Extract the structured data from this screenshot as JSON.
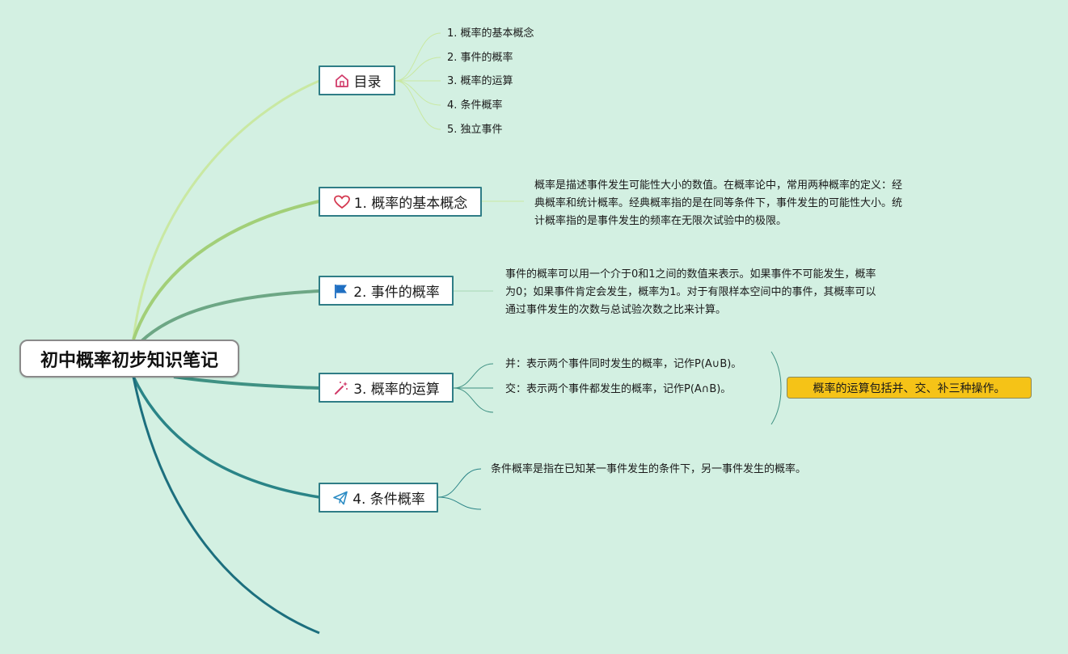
{
  "root": {
    "title": "初中概率初步知识笔记"
  },
  "toc": {
    "label": "目录",
    "icon": "home-icon",
    "items": [
      "1. 概率的基本概念",
      "2. 事件的概率",
      "3. 概率的运算",
      "4. 条件概率",
      "5. 独立事件"
    ]
  },
  "topic1": {
    "label": "1. 概率的基本概念",
    "icon": "heart-icon",
    "lines": [
      "概率是描述事件发生可能性大小的数值。在概率论中，常用两种概率的定义：经",
      "典概率和统计概率。经典概率指的是在同等条件下，事件发生的可能性大小。统",
      "计概率指的是事件发生的频率在无限次试验中的极限。"
    ]
  },
  "topic2": {
    "label": "2. 事件的概率",
    "icon": "flag-icon",
    "lines": [
      "事件的概率可以用一个介于0和1之间的数值来表示。如果事件不可能发生，概率",
      "为0；如果事件肯定会发生，概率为1。对于有限样本空间中的事件，其概率可以",
      "通过事件发生的次数与总试验次数之比来计算。"
    ]
  },
  "topic3": {
    "label": "3. 概率的运算",
    "icon": "magic-wand-icon",
    "union": "并：表示两个事件同时发生的概率，记作P(A∪B)。",
    "intersection": "交：表示两个事件都发生的概率，记作P(A∩B)。",
    "summary": "概率的运算包括并、交、补三种操作。"
  },
  "topic4": {
    "label": "4. 条件概率",
    "icon": "paper-plane-icon",
    "definition": "条件概率是指在已知某一事件发生的条件下，另一事件发生的概率。"
  },
  "colors": {
    "background": "#d3f0e2",
    "summary_fill": "#f5c317",
    "node_border": "#2f7d86"
  }
}
